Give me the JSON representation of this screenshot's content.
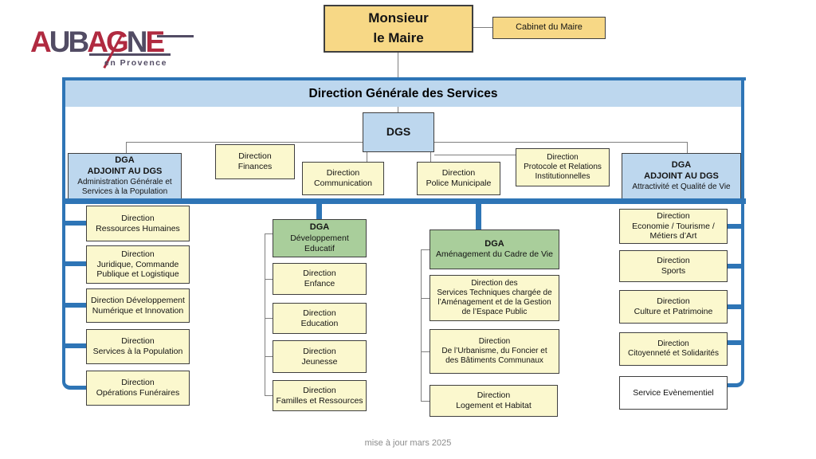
{
  "colors": {
    "accent_blue": "#2E75B6",
    "light_blue": "#BDD7EE",
    "pale_yellow": "#FBF8CE",
    "tan": "#F7D886",
    "green": "#A9CE9B"
  },
  "logo": {
    "letters": [
      {
        "ch": "A",
        "color": "#b02a40"
      },
      {
        "ch": "U",
        "color": "#524c64"
      },
      {
        "ch": "B",
        "color": "#524c64"
      },
      {
        "ch": "A",
        "color": "#b02a40"
      },
      {
        "ch": "G",
        "color": "#b02a40"
      },
      {
        "ch": "N",
        "color": "#524c64"
      },
      {
        "ch": "E",
        "color": "#b02a40"
      }
    ],
    "tagline": "en Provence"
  },
  "top": {
    "mayor": "Monsieur\nle Maire",
    "cabinet": "Cabinet du Maire"
  },
  "dgs_header": "Direction Générale des Services",
  "dgs_label": "DGS",
  "row2": {
    "dga_admin": {
      "title": "DGA\nADJOINT AU DGS",
      "desc": "Administration Générale et\nServices à la Population"
    },
    "finances": "Direction\nFinances",
    "communication": "Direction\nCommunication",
    "police": "Direction\nPolice Municipale",
    "protocole": "Direction\nProtocole et Relations\nInstitutionnelles",
    "dga_attract": {
      "title": "DGA\nADJOINT AU DGS",
      "desc": "Attractivité et Qualité de Vie"
    }
  },
  "col_left": {
    "items": [
      "Direction\nRessources Humaines",
      "Direction\nJuridique, Commande\nPublique et Logistique",
      "Direction Développement\nNumérique et Innovation",
      "Direction\nServices à la Population",
      "Direction\nOpérations Funéraires"
    ]
  },
  "col_educatif": {
    "head": {
      "title": "DGA",
      "desc": "Développement\nEducatif"
    },
    "items": [
      "Direction\nEnfance",
      "Direction\nEducation",
      "Direction\nJeunesse",
      "Direction\nFamilles et Ressources"
    ]
  },
  "col_amenagement": {
    "head": {
      "title": "DGA",
      "desc": "Aménagement du Cadre de Vie"
    },
    "items": [
      "Direction des\nServices Techniques chargée de\nl’Aménagement et de la Gestion\nde l’Espace Public",
      "Direction\nDe l’Urbanisme, du Foncier et\ndes Bâtiments Communaux",
      "Direction\nLogement et Habitat"
    ]
  },
  "col_right": {
    "items": [
      "Direction\nEconomie / Tourisme /\nMétiers d’Art",
      "Direction\nSports",
      "Direction\nCulture et Patrimoine",
      "Direction\nCitoyenneté et Solidarités",
      "Service Evènementiel"
    ]
  },
  "footer": "mise à jour mars 2025"
}
